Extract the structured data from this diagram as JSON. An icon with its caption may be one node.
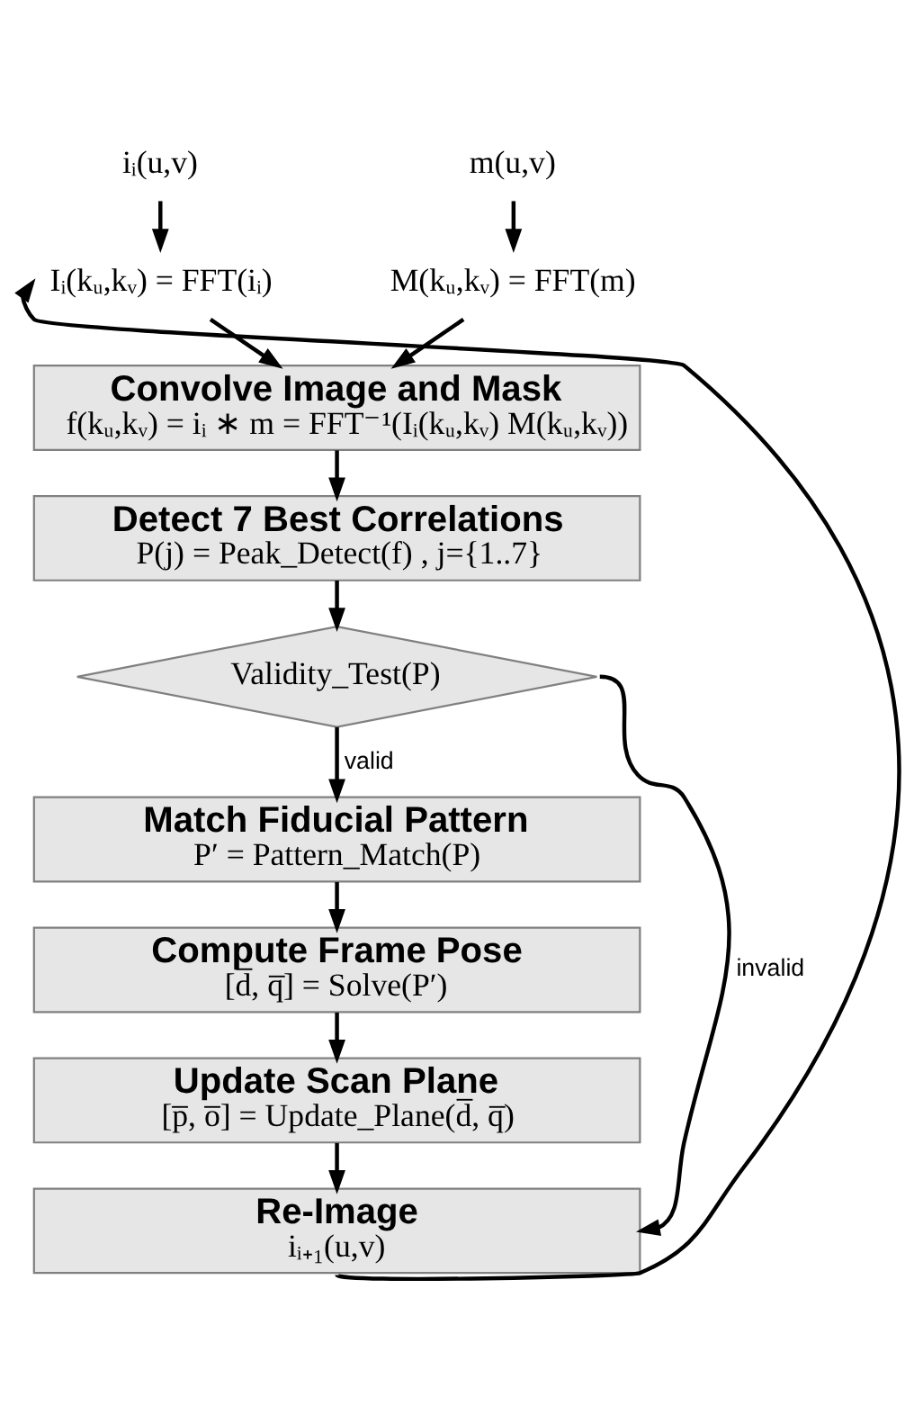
{
  "diagram": {
    "nodes": [
      {
        "text": [
          "iᵢ(u,v)"
        ]
      },
      {
        "text": [
          "m(u,v)"
        ]
      },
      {
        "text": [
          "Iᵢ(kᵤ,kᵥ) = FFT(iᵢ)"
        ]
      },
      {
        "text": [
          "M(kᵤ,kᵥ) = FFT(m)"
        ]
      },
      {
        "text": [
          "Convolve Image and Mask",
          "f(kᵤ,kᵥ) = iᵢ ∗ m = FFT⁻¹(Iᵢ(kᵤ,kᵥ) M(kᵤ,kᵥ))"
        ]
      },
      {
        "text": [
          "Detect 7 Best Correlations",
          "P(j) = Peak_Detect(f) , j={1..7}"
        ]
      },
      {
        "text": [
          "Validity_Test(P)"
        ]
      },
      {
        "text": [
          "Match Fiducial Pattern",
          "P′ = Pattern_Match(P)"
        ]
      },
      {
        "text": [
          "Compute Frame Pose",
          "[d̅, q̅] = Solve(P′)"
        ]
      },
      {
        "text": [
          "Update Scan Plane",
          "[p̅, o̅] = Update_Plane(d̅, q̅)"
        ]
      },
      {
        "text": [
          "Re-Image",
          "iᵢ₊₁(u,v)"
        ]
      }
    ],
    "edges": [
      {
        "from": 0,
        "to": 2,
        "arrow": "to"
      },
      {
        "from": 1,
        "to": 3,
        "arrow": "to"
      },
      {
        "from": 2,
        "to": 4,
        "arrow": "to"
      },
      {
        "from": 3,
        "to": 4,
        "arrow": "to"
      },
      {
        "from": 4,
        "to": 5,
        "arrow": "to"
      },
      {
        "from": 5,
        "to": 6,
        "arrow": "to"
      },
      {
        "from": 6,
        "to": 7,
        "arrow": "to",
        "label": "valid"
      },
      {
        "from": 7,
        "to": 8,
        "arrow": "to"
      },
      {
        "from": 8,
        "to": 9,
        "arrow": "to"
      },
      {
        "from": 9,
        "to": 10,
        "arrow": "to"
      },
      {
        "from": 6,
        "to": 10,
        "arrow": "to",
        "label": "invalid"
      },
      {
        "from": 10,
        "to": 2,
        "arrow": "to"
      }
    ]
  }
}
